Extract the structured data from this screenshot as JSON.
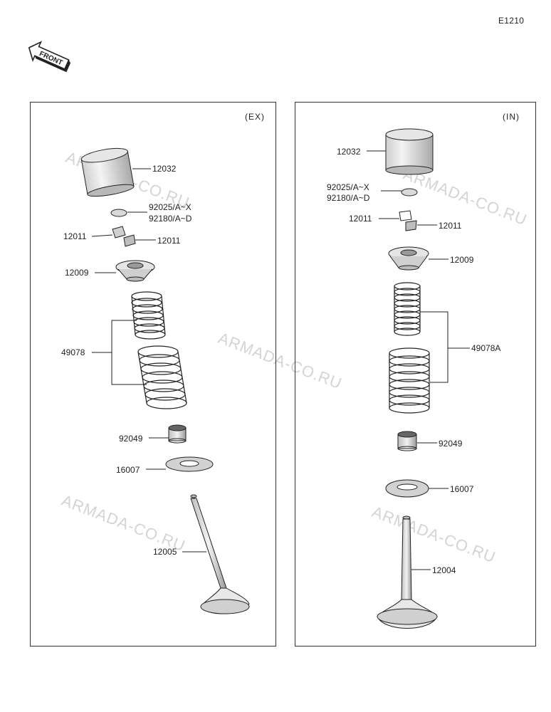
{
  "diagram_code": "E1210",
  "front_badge": "FRONT",
  "panels": {
    "exhaust": {
      "tag": "(EX)",
      "parts": {
        "tappet": "12032",
        "shim": "92025/A~X",
        "shim_alt": "92180/A~D",
        "keeper_left": "12011",
        "keeper_right": "12011",
        "retainer": "12009",
        "spring_set": "49078",
        "stem_seal": "92049",
        "spring_seat": "16007",
        "valve": "12005"
      }
    },
    "intake": {
      "tag": "(IN)",
      "parts": {
        "tappet": "12032",
        "shim": "92025/A~X",
        "shim_alt": "92180/A~D",
        "keeper_left": "12011",
        "keeper_right": "12011",
        "retainer": "12009",
        "spring_set": "49078A",
        "stem_seal": "92049",
        "spring_seat": "16007",
        "valve": "12004"
      }
    }
  },
  "watermarks": [
    "ARMADA-CO.RU",
    "ARMADA-CO.RU",
    "ARMADA-CO.RU",
    "ARMADA-CO.RU",
    "ARMADA-CO.RU"
  ]
}
